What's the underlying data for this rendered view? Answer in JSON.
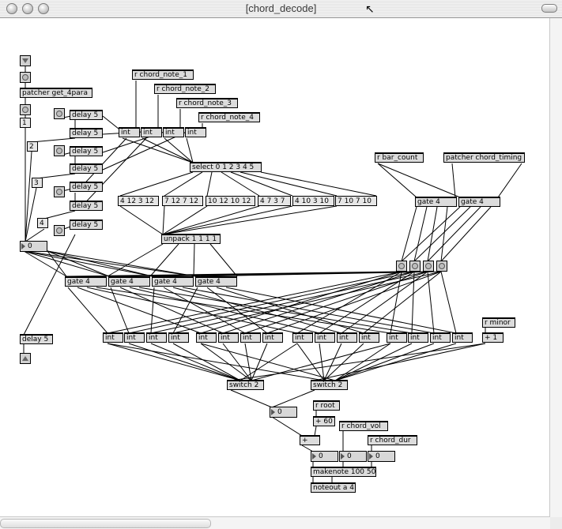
{
  "window": {
    "title": "[chord_decode]"
  },
  "objects": {
    "patcher_get4para": "patcher get_4para",
    "msg_1": "1",
    "msg_2": "2",
    "msg_3": "3",
    "msg_4": "4",
    "delay": "delay 5",
    "num_zero": "0",
    "r_chord_note_1": "r chord_note_1",
    "r_chord_note_2": "r chord_note_2",
    "r_chord_note_3": "r chord_note_3",
    "r_chord_note_4": "r chord_note_4",
    "int": "int",
    "select": "select 0 1 2 3 4 5",
    "chord_msgs": [
      "4 12 3 12",
      "7 12 7 12",
      "10 12 10 12",
      "4 7 3 7",
      "4 10 3 10",
      "7 10 7 10"
    ],
    "unpack": "unpack 1 1 1 1",
    "gate4": "gate 4",
    "r_bar_count": "r bar_count",
    "patcher_chord_timing": "patcher chord_timing",
    "r_minor": "r minor",
    "plus_one": "+ 1",
    "switch2": "switch 2",
    "r_root": "r root",
    "plus_60": "+ 60",
    "plus": "+",
    "r_chord_vol": "r chord_vol",
    "r_chord_dur": "r chord_dur",
    "makenote": "makenote 100 50",
    "noteout": "noteout a 4"
  }
}
